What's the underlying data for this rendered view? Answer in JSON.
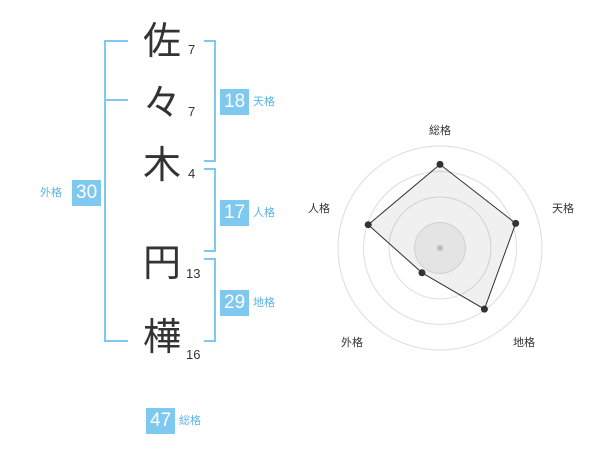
{
  "name": {
    "characters": [
      {
        "char": "佐",
        "strokes": "7"
      },
      {
        "char": "々",
        "strokes": "7"
      },
      {
        "char": "木",
        "strokes": "4"
      },
      {
        "char": "円",
        "strokes": "13"
      },
      {
        "char": "樺",
        "strokes": "16"
      }
    ]
  },
  "fortune": {
    "tenkaku": {
      "value": "18",
      "label": "天格"
    },
    "jinkaku": {
      "value": "17",
      "label": "人格"
    },
    "chikaku": {
      "value": "29",
      "label": "地格"
    },
    "gaikaku": {
      "value": "30",
      "label": "外格"
    },
    "soukaku": {
      "value": "47",
      "label": "総格"
    }
  },
  "colors": {
    "accent": "#7fc8f0",
    "accent_text": "#5ab4e6",
    "text": "#333333"
  },
  "chart_data": {
    "type": "radar",
    "axes": [
      "総格",
      "天格",
      "地格",
      "外格",
      "人格"
    ],
    "range": [
      0,
      5
    ],
    "values": [
      4.1,
      3.9,
      3.7,
      1.5,
      3.7
    ],
    "rings": 4
  }
}
